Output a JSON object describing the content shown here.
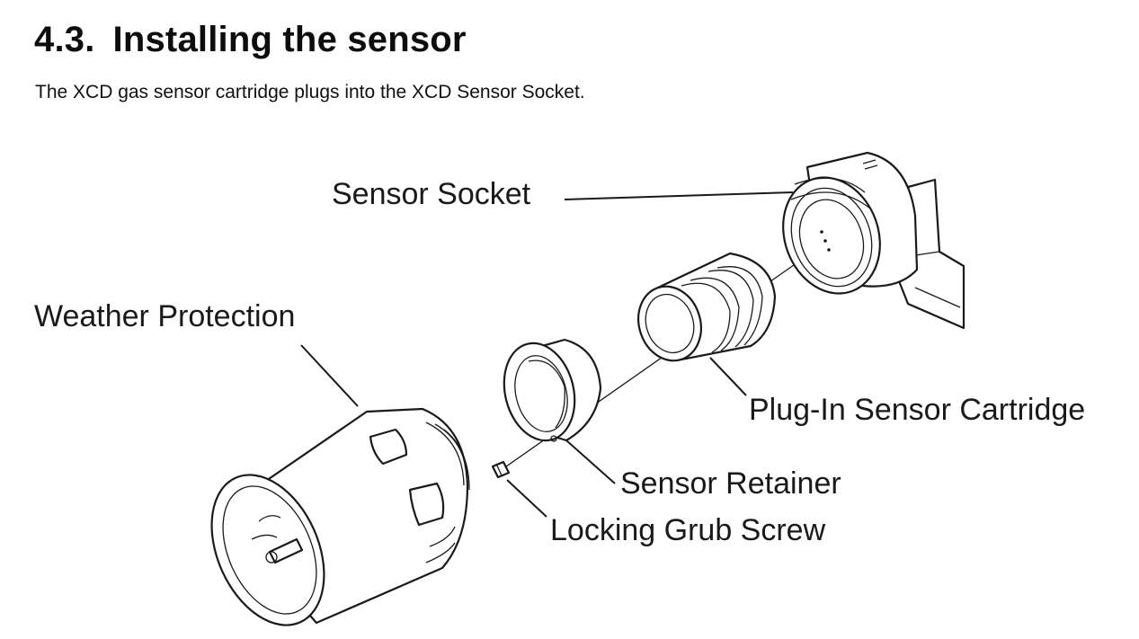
{
  "section": {
    "number": "4.3.",
    "title": "Installing the sensor",
    "intro": "The XCD gas sensor cartridge plugs into the XCD Sensor Socket."
  },
  "diagram": {
    "labels": {
      "sensor_socket": "Sensor Socket",
      "weather_protection": "Weather Protection",
      "plug_in_cartridge": "Plug-In Sensor Cartridge",
      "sensor_retainer": "Sensor Retainer",
      "grub_screw": "Locking Grub Screw"
    }
  }
}
